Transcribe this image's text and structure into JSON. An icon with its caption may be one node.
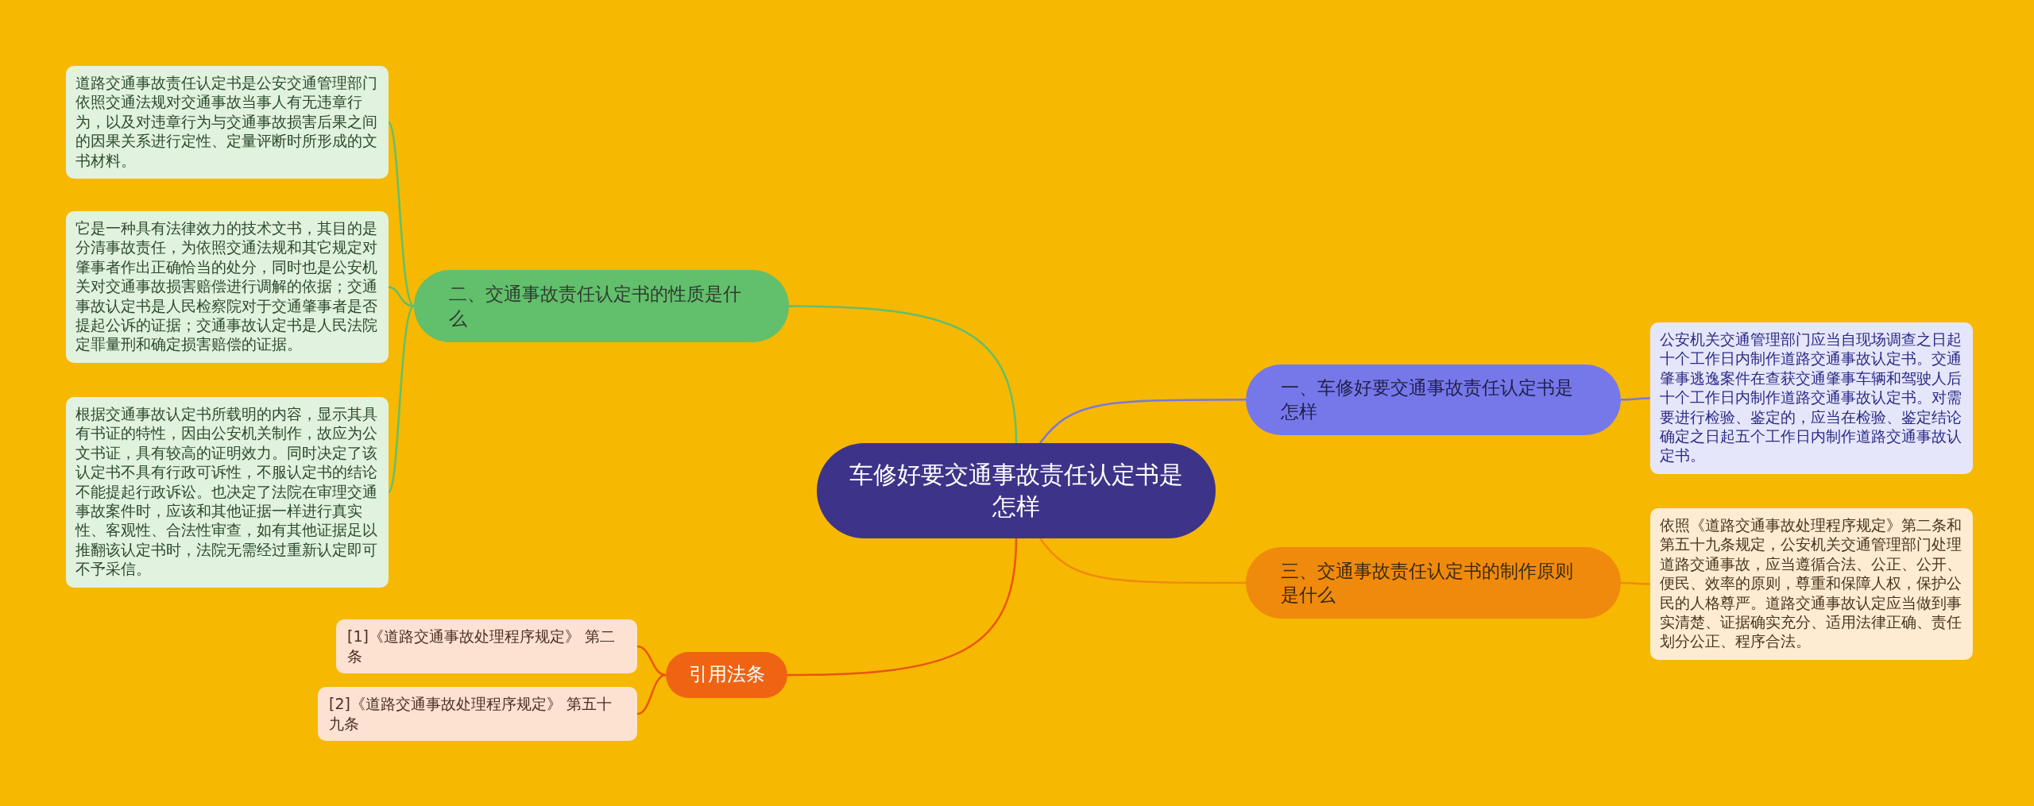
{
  "diagram": {
    "nodes": [
      {
        "text": [
          "车修好要交通事故责任认定书是怎样"
        ]
      },
      {
        "text": [
          "二、交通事故责任认定书的性质是什么"
        ]
      },
      {
        "text": [
          "道路交通事故责任认定书是公安交通管理部门依照交通法规对交通事故当事人有无违章行为，以及对违章行为与交通事故损害后果之间的因果关系进行定性、定量评断时所形成的文书材料。"
        ]
      },
      {
        "text": [
          "它是一种具有法律效力的技术文书，其目的是分清事故责任，为依照交通法规和其它规定对肇事者作出正确恰当的处分，同时也是公安机关对交通事故损害赔偿进行调解的依据；交通事故认定书是人民检察院对于交通肇事者是否提起公诉的证据；交通事故认定书是人民法院定罪量刑和确定损害赔偿的证据。"
        ]
      },
      {
        "text": [
          "根据交通事故认定书所载明的内容，显示其具有书证的特性，因由公安机关制作，故应为公文书证，具有较高的证明效力。同时决定了该认定书不具有行政可诉性，不服认定书的结论不能提起行政诉讼。也决定了法院在审理交通事故案件时，应该和其他证据一样进行真实性、客观性、合法性审查，如有其他证据足以推翻该认定书时，法院无需经过重新认定即可不予采信。"
        ]
      },
      {
        "text": [
          "一、车修好要交通事故责任认定书是怎样"
        ]
      },
      {
        "text": [
          "公安机关交通管理部门应当自现场调查之日起十个工作日内制作道路交通事故认定书。交通肇事逃逸案件在查获交通肇事车辆和驾驶人后十个工作日内制作道路交通事故认定书。对需要进行检验、鉴定的，应当在检验、鉴定结论确定之日起五个工作日内制作道路交通事故认定书。"
        ]
      },
      {
        "text": [
          "三、交通事故责任认定书的制作原则是什么"
        ]
      },
      {
        "text": [
          "依照《道路交通事故处理程序规定》第二条和第五十九条规定，公安机关交通管理部门处理道路交通事故，应当遵循合法、公正、公开、便民、效率的原则，尊重和保障人权，保护公民的人格尊严。道路交通事故认定应当做到事实清楚、证据确实充分、适用法律正确、责任划分公正、程序合法。"
        ]
      },
      {
        "text": [
          "引用法条"
        ]
      },
      {
        "text": [
          "[1]《道路交通事故处理程序规定》 第二条"
        ]
      },
      {
        "text": [
          "[2]《道路交通事故处理程序规定》 第五十九条"
        ]
      }
    ],
    "edges": [
      {
        "from": 0,
        "to": 1,
        "arrow": "none"
      },
      {
        "from": 1,
        "to": 2,
        "arrow": "none"
      },
      {
        "from": 1,
        "to": 3,
        "arrow": "none"
      },
      {
        "from": 1,
        "to": 4,
        "arrow": "none"
      },
      {
        "from": 0,
        "to": 5,
        "arrow": "none",
        "color": "#7b78d8"
      },
      {
        "from": 5,
        "to": 6,
        "arrow": "none",
        "color": "#7b78d8"
      },
      {
        "from": 0,
        "to": 7,
        "arrow": "none",
        "color": "#f08a0c"
      },
      {
        "from": 7,
        "to": 8,
        "arrow": "none",
        "color": "#f08a0c"
      },
      {
        "from": 0,
        "to": 9,
        "arrow": "none",
        "color": "#e8560f"
      },
      {
        "from": 9,
        "to": 10,
        "arrow": "none",
        "color": "#e8560f"
      },
      {
        "from": 9,
        "to": 11,
        "arrow": "none",
        "color": "#e8560f"
      }
    ]
  }
}
